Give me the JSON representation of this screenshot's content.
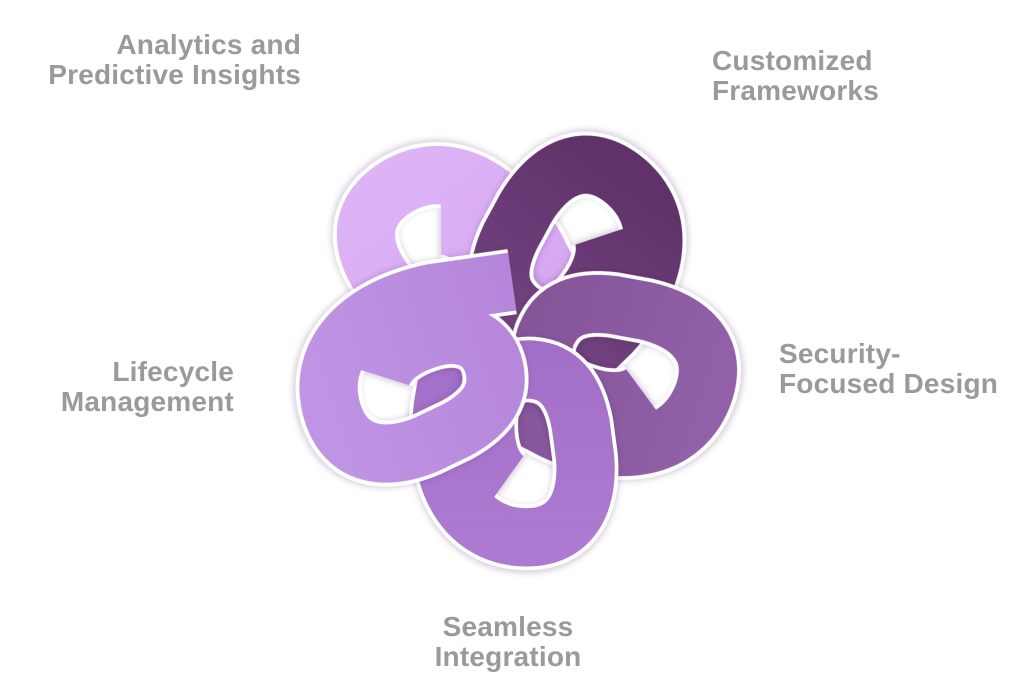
{
  "diagram": {
    "type": "interwoven-star-knot-infographic",
    "background_color": "#ffffff",
    "label_color": "#9a999b",
    "labels": {
      "analytics": {
        "line1": "Analytics and",
        "line2": "Predictive Insights"
      },
      "customized": {
        "line1": "Customized",
        "line2": "Frameworks"
      },
      "security": {
        "line1": "Security-",
        "line2": "Focused Design"
      },
      "lifecycle": {
        "line1": "Lifecycle",
        "line2": "Management"
      },
      "seamless": {
        "line1": "Seamless",
        "line2": "Integration"
      }
    },
    "knot": {
      "outline_color": "#ffffff",
      "pieces": [
        {
          "id": "top-left",
          "label": "Analytics and Predictive Insights",
          "color_bend": "#ddb3f6",
          "color_end": "#d2a0ee"
        },
        {
          "id": "top-right",
          "label": "Customized Frameworks",
          "color_bend": "#613269",
          "color_end": "#7a4a8c"
        },
        {
          "id": "right",
          "label": "Security-Focused Design",
          "color_bend": "#9160a8",
          "color_end": "#7f4e92"
        },
        {
          "id": "bottom",
          "label": "Seamless Integration",
          "color_bend": "#ad7ad1",
          "color_end": "#9d68c3"
        },
        {
          "id": "left",
          "label": "Lifecycle Management",
          "color_bend": "#c094e4",
          "color_end": "#b181d7"
        }
      ]
    }
  }
}
